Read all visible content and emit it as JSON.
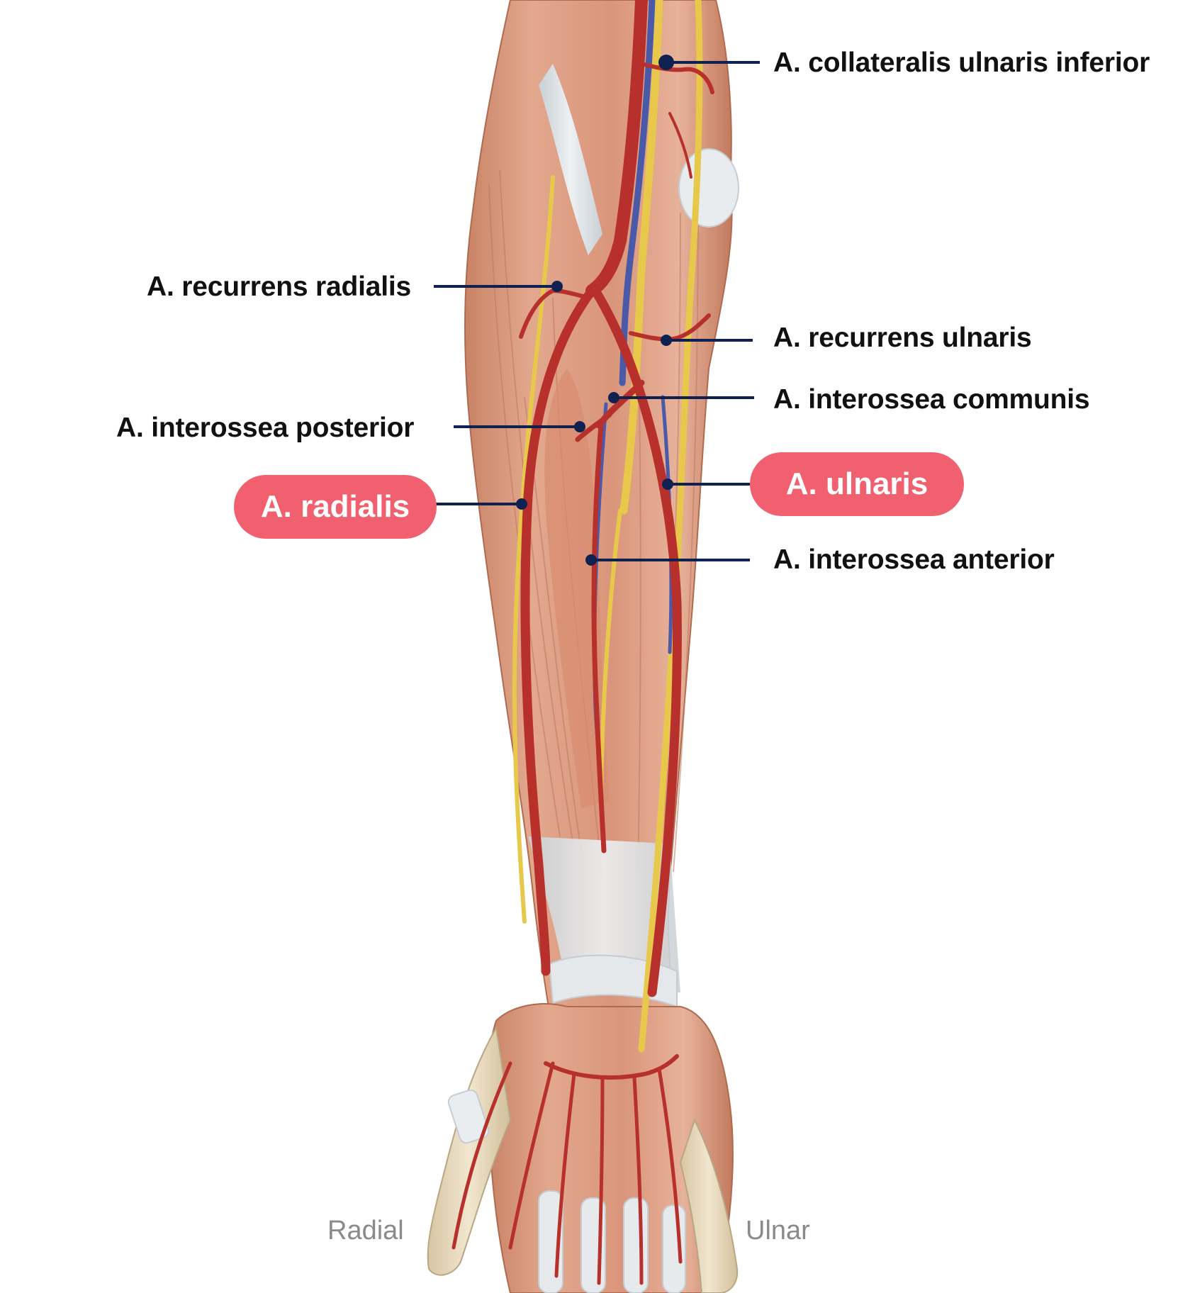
{
  "labels": {
    "collateralis_ulnaris_inferior": "A. collateralis ulnaris inferior",
    "recurrens_radialis": "A. recurrens radialis",
    "recurrens_ulnaris": "A. recurrens ulnaris",
    "interossea_communis": "A. interossea communis",
    "interossea_posterior": "A. interossea posterior",
    "radialis": "A. radialis",
    "ulnaris": "A. ulnaris",
    "interossea_anterior": "A. interossea anterior"
  },
  "orientation": {
    "left": "Radial",
    "right": "Ulnar"
  },
  "colors": {
    "highlight": "#f0606f",
    "leader": "#0f2150",
    "artery": "#b8302c",
    "vein": "#4a5aa8",
    "nerve": "#e8c84a",
    "muscle": "#d9957a",
    "tendon": "#dfe3e6"
  }
}
